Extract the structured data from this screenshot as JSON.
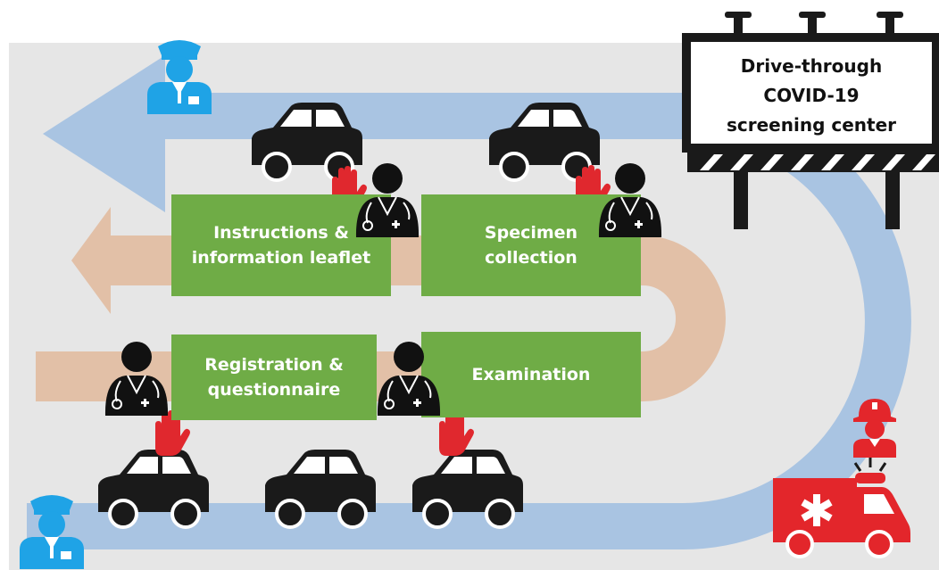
{
  "sign": {
    "line1": "Drive-through",
    "line2": "COVID-19",
    "line3": "screening center"
  },
  "stations": {
    "instructions": {
      "line1": "Instructions &",
      "line2": "information leaflet"
    },
    "specimen": {
      "line1": "Specimen",
      "line2": "collection"
    },
    "registration": {
      "line1": "Registration &",
      "line2": "questionnaire"
    },
    "examination": {
      "line1": "Examination"
    }
  },
  "colors": {
    "car_lane": "#a9c4e2",
    "walk_lane": "#e2c0a7",
    "station": "#6fac46",
    "background": "#e6e6e6",
    "police": "#1fa3e6",
    "stop_hand": "#e0282e",
    "emergency": "#e3262b",
    "figure": "#111111"
  },
  "icons": {
    "police": "police-officer-icon",
    "medic": "medical-staff-icon",
    "stop": "stop-hand-icon",
    "car": "car-icon",
    "firefighter": "firefighter-icon",
    "ambulance": "ambulance-icon"
  }
}
